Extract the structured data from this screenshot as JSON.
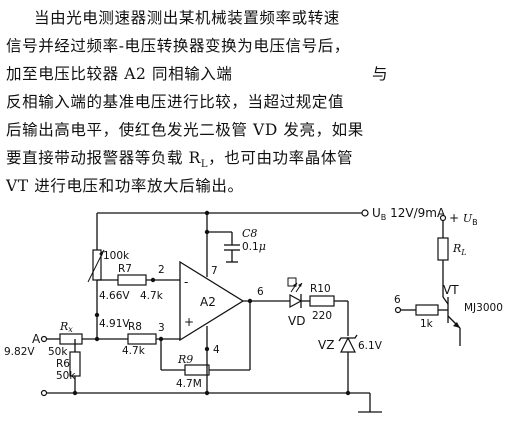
{
  "paragraph": {
    "lines": [
      "当由光电测速器测出某机械装置频率或转速",
      "信号并经过频率-电压转换器变换为电压信号后，",
      "加至电压比较器 A2 同相输入端",
      "反相输入端的基准电压进行比较，当超过规定值",
      "后输出高电平，使红色发光二极管 VD 发亮，如果",
      "要直接带动报警器等负载 R",
      "VT 进行电压和功率放大后输出。"
    ],
    "line3_tail": "与",
    "line6_sub": "L",
    "line6_tail": "，也可由功率晶体管"
  },
  "circuit": {
    "supply": {
      "u": "U",
      "sub": "B",
      "value": "12V/9mA"
    },
    "input": {
      "node": "A",
      "voltage": "9.82V"
    },
    "rx": {
      "name": "R",
      "sub": "x",
      "value": "50k"
    },
    "r6": {
      "name": "R6",
      "value": "50k"
    },
    "pot": {
      "value": "100k"
    },
    "r7": {
      "name": "R7",
      "value": "4.7k",
      "voltage": "4.66V"
    },
    "r8": {
      "name": "R8",
      "value": "4.7k",
      "voltage": "4.91V"
    },
    "r9": {
      "name": "R9",
      "value": "4.7M"
    },
    "c8": {
      "name": "C8",
      "value": "0.1",
      "unit": "μ"
    },
    "opamp": {
      "name": "A2",
      "pin_minus": "-",
      "pin_plus": "+"
    },
    "pins": {
      "p2": "2",
      "p3": "3",
      "p4": "4",
      "p6": "6",
      "p7": "7"
    },
    "r10": {
      "name": "R10",
      "value": "220"
    },
    "vd": {
      "name": "VD"
    },
    "vz": {
      "name": "VZ",
      "value": "6.1V"
    },
    "out_stage": {
      "supply_plus": "+",
      "supply_u": "U",
      "supply_sub": "B",
      "rl": {
        "name": "R",
        "sub": "L"
      },
      "input_node": "6",
      "r_base": "1k",
      "transistor": {
        "name": "VT",
        "part": "MJ3000"
      }
    }
  }
}
